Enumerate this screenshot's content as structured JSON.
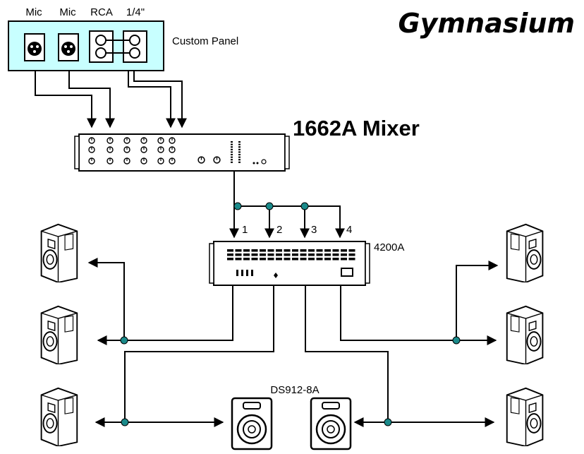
{
  "title": "Gymnasium",
  "panel": {
    "name": "Custom Panel",
    "connectors": [
      "Mic",
      "Mic",
      "RCA",
      "1/4\""
    ],
    "fill_color": "#c8ffff"
  },
  "mixer": {
    "label": "1662A Mixer"
  },
  "amplifier": {
    "label": "4200A",
    "channels": [
      "1",
      "2",
      "3",
      "4"
    ]
  },
  "speakers": {
    "floor_monitor_label": "DS912-8A"
  },
  "colors": {
    "junction": "#1a8a8a",
    "line": "#000000"
  }
}
